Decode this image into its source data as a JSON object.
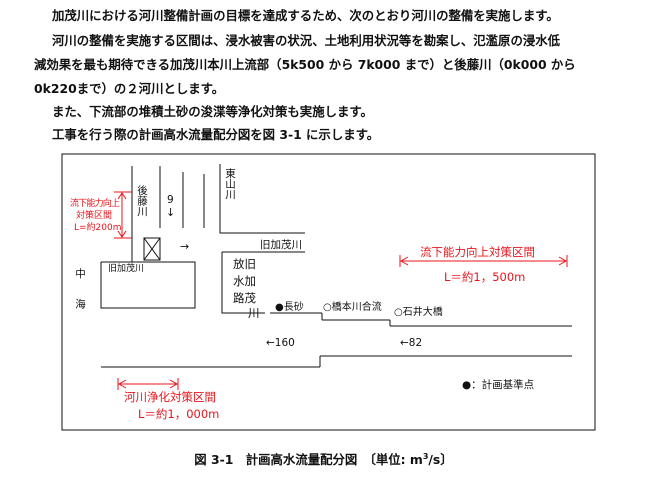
{
  "paragraph": {
    "line1": "加茂川における河川整備計画の目標を達成するため、次のとおり河川の整備を実施します。",
    "line2": "河川の整備を実施する区間は、浸水被害の状況、土地利用状況等を勘案し、氾濫原の浸水低",
    "line3": "減効果を最も期待できる加茂川本川上流部（5k500 から 7k000 まで）と後藤川（0k000 から",
    "line4": "0k220まで）の２河川とします。",
    "line5": "また、下流部の堆積土砂の浚渫等浄化対策も実施します。",
    "line6": "工事を行う際の計画高水流量配分図を図 3-1 に示します。"
  },
  "figure": {
    "label_goto_river": "後藤川",
    "label_higashiyama_river": "東山川",
    "label_kyu_kamo_top": "旧加茂川",
    "label_kyu_kamo_left": "旧加茂川",
    "label_hoka_kyu_kamo": "放旧水加路茂川",
    "label_chukai": "中海",
    "flow_goto": "9",
    "flow_160": "←160",
    "flow_82": "←82",
    "point_nagasuna": "●長砂",
    "point_hashimoto": "○橋本川合流",
    "point_ishii": "○石井大橋",
    "legend_point": "●：計画基準点",
    "goto_improve_title": "流下能力向上対策区間",
    "goto_improve_length": "L=約200m",
    "main_improve_title": "流下能力向上対策区間",
    "main_improve_length": "L＝約1，500m",
    "purify_title": "河川浄化対策区間",
    "purify_length": "L＝約1，000m",
    "arrow_right": "→"
  },
  "caption": {
    "text": "図 3-1　計画高水流量配分図　〔単位: m",
    "sup": "3",
    "tail": "/s〕"
  },
  "colors": {
    "red": "#e8141b",
    "black": "#111111"
  }
}
